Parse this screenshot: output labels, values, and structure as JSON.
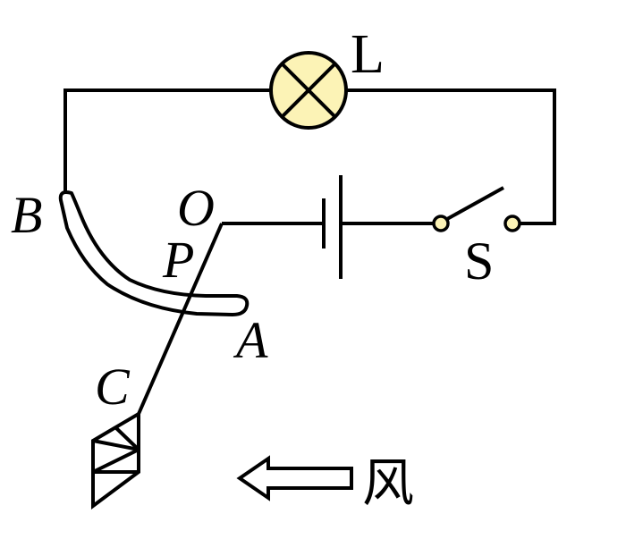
{
  "labels": {
    "lamp": "L",
    "switch": "S",
    "point_o": "O",
    "point_p": "P",
    "point_a": "A",
    "point_b": "B",
    "point_c": "C",
    "wind": "风"
  },
  "colors": {
    "wire": "#000000",
    "lamp_fill": "#fcf3b6",
    "terminal_fill": "#fcf3b6",
    "background": "#ffffff"
  }
}
